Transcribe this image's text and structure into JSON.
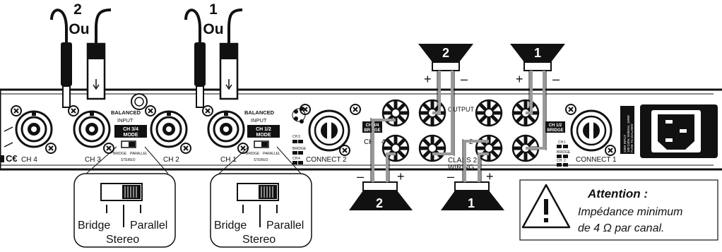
{
  "cable_labels": [
    {
      "number": "2",
      "word": "Ou"
    },
    {
      "number": "1",
      "word": "Ou"
    }
  ],
  "inputs": {
    "balanced": "BALANCED",
    "input": "INPUT",
    "ch34_mode": [
      "CH 3/4",
      "MODE"
    ],
    "ch12_mode": [
      "CH 1/2",
      "MODE"
    ],
    "switch_small": [
      "BRIDGE",
      "PARALLEL",
      "STEREO"
    ],
    "channels": [
      "CH 4",
      "CH 3",
      "CH 2",
      "CH 1"
    ],
    "ce": "C€"
  },
  "connect": [
    "CONNECT 2",
    "CONNECT 1"
  ],
  "output": {
    "label": "OUTPUT",
    "bridge_left": [
      "CH 3/4",
      "BRIDGE"
    ],
    "bridge_right": [
      "CH 1/2",
      "BRIDGE"
    ],
    "class": "CLASS 2",
    "wiring": "WIRING",
    "ch_small_left": [
      "CH",
      "3",
      "BRIDGE",
      "CH",
      "4"
    ],
    "ch_small_right": [
      "CH",
      "1",
      "BRIDGE",
      "CH",
      "2"
    ],
    "center_ch": "CH",
    "center_4": "4",
    "center_2": "2"
  },
  "speakers": [
    {
      "number": "2",
      "plus": "+",
      "minus": "–"
    },
    {
      "number": "1",
      "plus": "+",
      "minus": "–"
    },
    {
      "number": "2",
      "plus": "+",
      "minus": "–"
    },
    {
      "number": "1",
      "plus": "+",
      "minus": "–"
    }
  ],
  "power_block": [
    "230V INPUT",
    "100-240V, 50/60Hz, 160W",
    "FUSE T3.15AL250V"
  ],
  "switches_zoom": [
    {
      "bridge": "Bridge",
      "parallel": "Parallel",
      "stereo": "Stereo"
    },
    {
      "bridge": "Bridge",
      "parallel": "Parallel",
      "stereo": "Stereo"
    }
  ],
  "attention": {
    "title": "Attention :",
    "line1": "Impédance minimum",
    "line2": "de 4 Ω par canal."
  },
  "colors": {
    "ink": "#111111",
    "cable_gray": "#9a9a9a",
    "panel": "#ffffff"
  }
}
